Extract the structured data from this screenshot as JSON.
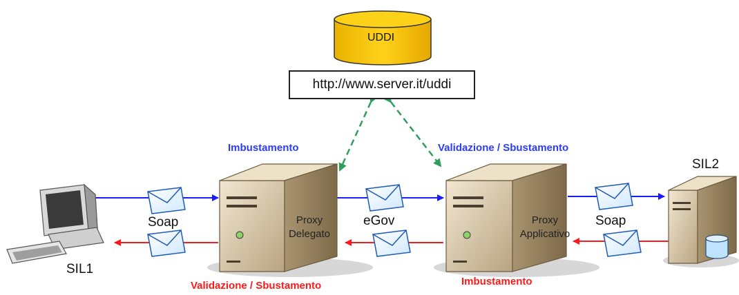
{
  "registry": {
    "name": "UDDI",
    "url": "http://www.server.it/uddi"
  },
  "proxies": {
    "delegato": {
      "line1": "Proxy",
      "line2": "Delegato"
    },
    "applicativo": {
      "line1": "Proxy",
      "line2": "Applicativo"
    }
  },
  "nodes": {
    "sil1": "SIL1",
    "sil2": "SIL2"
  },
  "protocols": {
    "left": "Soap",
    "middle": "eGov",
    "right": "Soap"
  },
  "labels": {
    "delegato_top": "Imbustamento",
    "delegato_bottom": "Validazione / Sbustamento",
    "applicativo_top": "Validazione / Sbustamento",
    "applicativo_bottom": "Imbustamento"
  },
  "colors": {
    "request_arrow": "#1a1aff",
    "response_arrow": "#ff1a1a",
    "lookup_arrow": "#2e9e5b",
    "database": "#f5c200"
  }
}
